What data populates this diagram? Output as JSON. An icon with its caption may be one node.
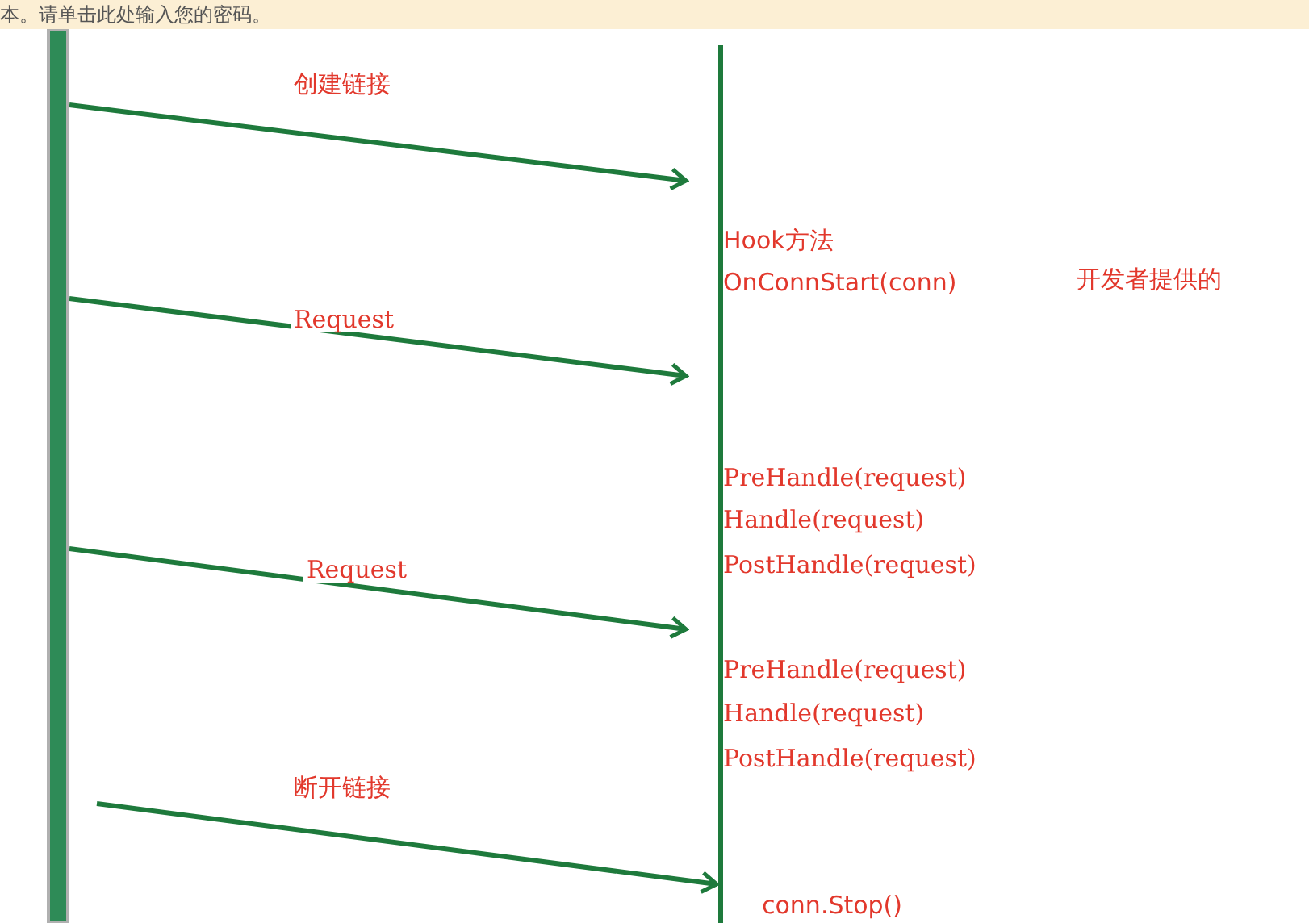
{
  "diagram": {
    "nodes": [
      {
        "text": [],
        "shape": "bar"
      },
      {
        "text": [],
        "shape": "bar"
      }
    ],
    "edges": [
      {
        "from": 0,
        "to": 1,
        "arrow": "to",
        "label": "创建链接"
      },
      {
        "from": 0,
        "to": 1,
        "arrow": "to",
        "label": "Request"
      },
      {
        "from": 0,
        "to": 1,
        "arrow": "to",
        "label": "Request"
      },
      {
        "from": null,
        "to": 1,
        "arrow": "to",
        "label": "断开链接"
      }
    ],
    "labels": [
      "本。请单击此处输入您的密码。",
      "Hook方法",
      "OnConnStart(conn)",
      "开发者提供的",
      "PreHandle(request)",
      "Handle(request)",
      "PostHandle(request)",
      "PreHandle(request)",
      "Handle(request)",
      "PostHandle(request)",
      "conn.Stop()"
    ]
  }
}
